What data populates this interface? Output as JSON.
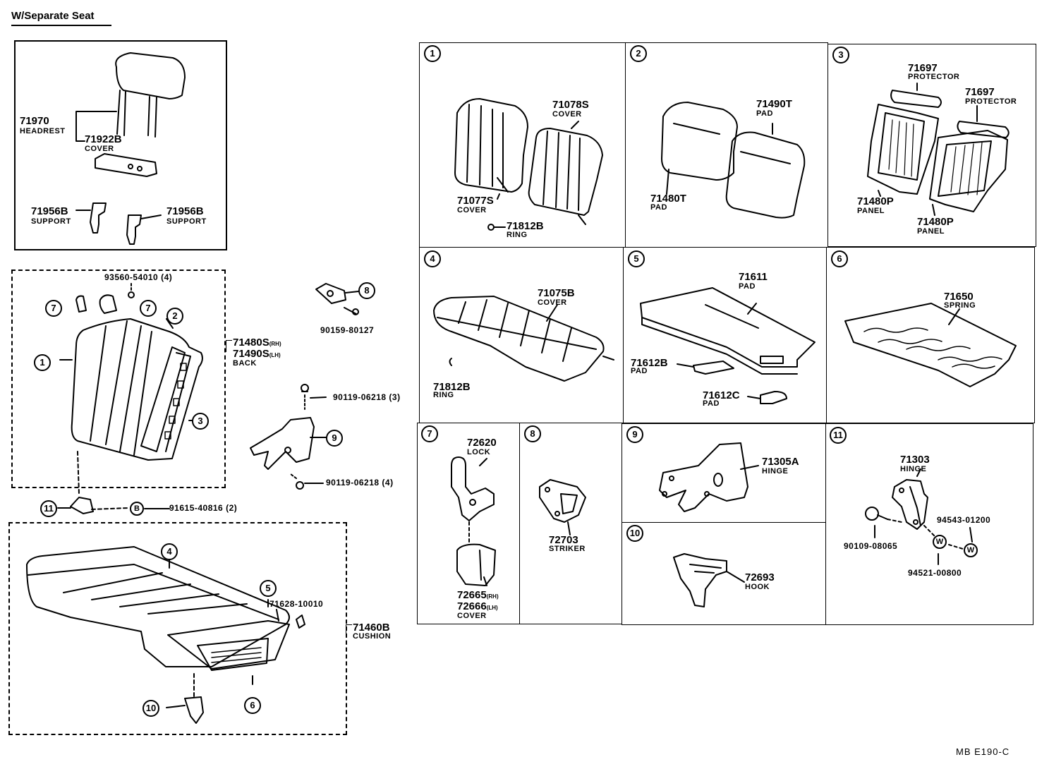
{
  "title": "W/Separate Seat",
  "footer": "MB  E190-C",
  "overview": {
    "headrest": {
      "pn": "71970",
      "name": "HEADREST"
    },
    "headrest_cover": {
      "pn": "71922B",
      "name": "COVER"
    },
    "support_left": {
      "pn": "71956B",
      "name": "SUPPORT"
    },
    "support_right": {
      "pn": "71956B",
      "name": "SUPPORT"
    },
    "back_screw": "93560-54010 (4)",
    "back_rh": "71480S",
    "back_rh_side": "(RH)",
    "back_lh": "71490S",
    "back_lh_side": "(LH)",
    "back_name": "BACK",
    "striker_bolt": "90159-80127",
    "hinge_bolt_upper": "90119-06218 (3)",
    "hinge_bolt_lower": "90119-06218 (4)",
    "bolt_b": "91615-40816 (2)",
    "cushion_pn": "71628-10010",
    "cushion_assy": "71460B",
    "cushion_name": "CUSHION"
  },
  "callouts": {
    "c1": "1",
    "c2": "2",
    "c3": "3",
    "c4": "4",
    "c5": "5",
    "c6": "6",
    "c7": "7",
    "c8": "8",
    "c9": "9",
    "c10": "10",
    "c11": "11",
    "b": "B",
    "w": "W"
  },
  "details": {
    "d1": {
      "num": "1",
      "p1": {
        "pn": "71078S",
        "name": "COVER"
      },
      "p2": {
        "pn": "71077S",
        "name": "COVER"
      },
      "p3": {
        "pn": "71812B",
        "name": "RING"
      }
    },
    "d2": {
      "num": "2",
      "p1": {
        "pn": "71490T",
        "name": "PAD"
      },
      "p2": {
        "pn": "71480T",
        "name": "PAD"
      }
    },
    "d3": {
      "num": "3",
      "p1": {
        "pn": "71697",
        "name": "PROTECTOR"
      },
      "p2": {
        "pn": "71697",
        "name": "PROTECTOR"
      },
      "p3": {
        "pn": "71480P",
        "name": "PANEL"
      },
      "p4": {
        "pn": "71480P",
        "name": "PANEL"
      }
    },
    "d4": {
      "num": "4",
      "p1": {
        "pn": "71075B",
        "name": "COVER"
      },
      "p2": {
        "pn": "71812B",
        "name": "RING"
      }
    },
    "d5": {
      "num": "5",
      "p1": {
        "pn": "71611",
        "name": "PAD"
      },
      "p2": {
        "pn": "71612B",
        "name": "PAD"
      },
      "p3": {
        "pn": "71612C",
        "name": "PAD"
      }
    },
    "d6": {
      "num": "6",
      "p1": {
        "pn": "71650",
        "name": "SPRING"
      }
    },
    "d7": {
      "num": "7",
      "p1": {
        "pn": "72620",
        "name": "LOCK"
      },
      "p2": {
        "pn": "72665",
        "side": "(RH)"
      },
      "p3": {
        "pn": "72666",
        "side": "(LH)"
      },
      "name": "COVER"
    },
    "d8": {
      "num": "8",
      "p1": {
        "pn": "72703",
        "name": "STRIKER"
      }
    },
    "d9": {
      "num": "9",
      "p1": {
        "pn": "71305A",
        "name": "HINGE"
      }
    },
    "d10": {
      "num": "10",
      "p1": {
        "pn": "72693",
        "name": "HOOK"
      }
    },
    "d11": {
      "num": "11",
      "p1": {
        "pn": "71303",
        "name": "HINGE"
      },
      "p2": "94543-01200",
      "p3": "90109-08065",
      "p4": "94521-00800"
    }
  }
}
